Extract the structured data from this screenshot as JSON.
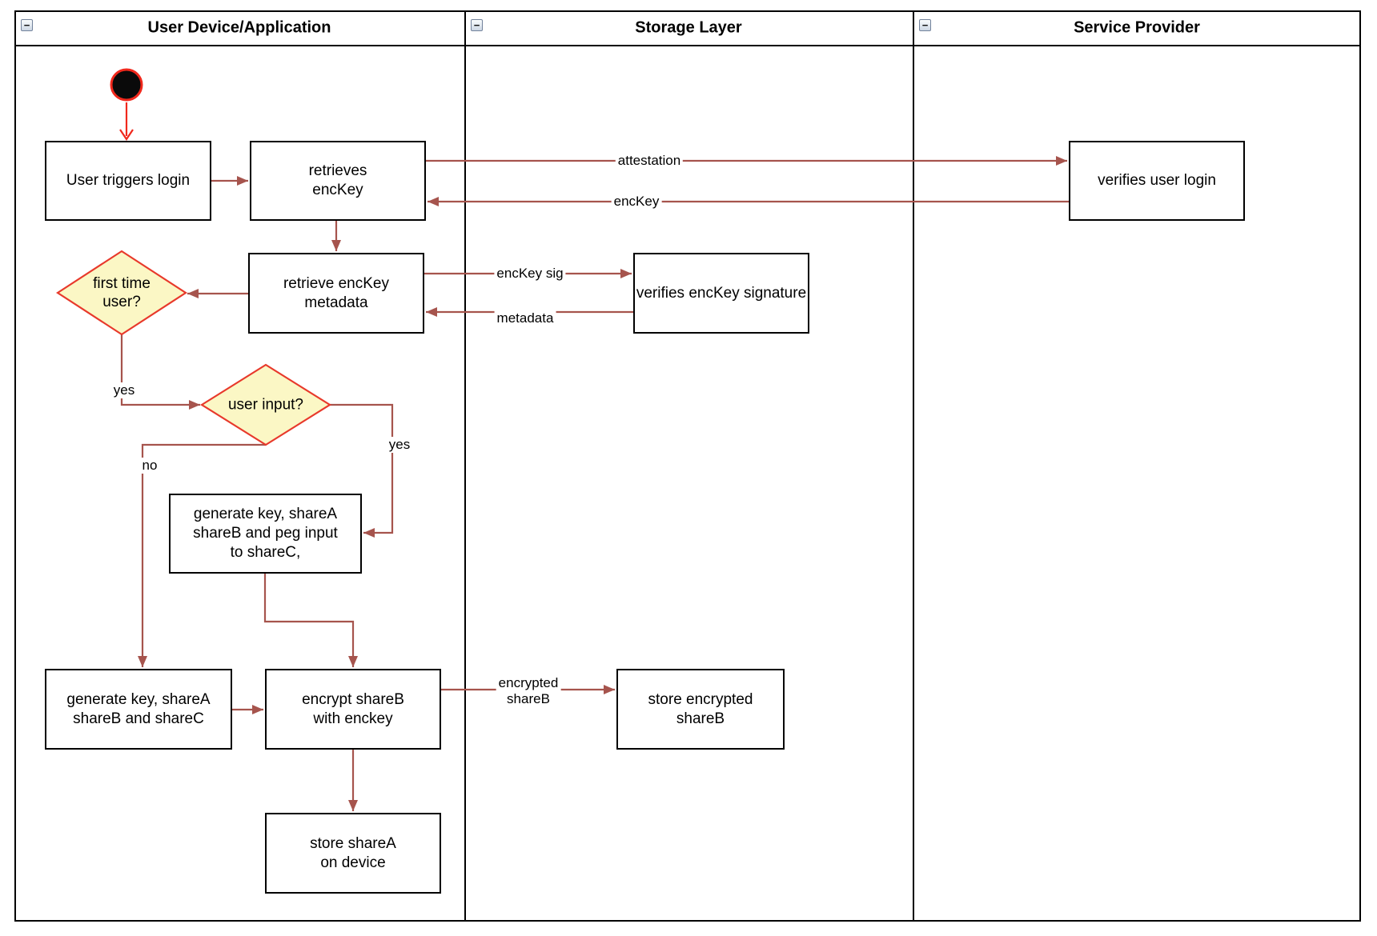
{
  "lanes": [
    {
      "title": "User Device/Application"
    },
    {
      "title": "Storage Layer"
    },
    {
      "title": "Service Provider"
    }
  ],
  "icons": {
    "collapse": "−",
    "start_node": "filled-circle"
  },
  "colors": {
    "edge": "#a6544d",
    "start_accent": "#f0281c",
    "decision_border": "#e8392b",
    "decision_fill": "#fbf7c5",
    "node_border": "#000000",
    "node_fill": "#ffffff"
  },
  "nodes": {
    "user_triggers_login": {
      "label": "User triggers login"
    },
    "retrieves_enckey": {
      "label": "retrieves\nencKey"
    },
    "verifies_user_login": {
      "label": "verifies user login"
    },
    "retrieve_enckey_metadata": {
      "label": "retrieve encKey\nmetadata"
    },
    "verifies_enckey_signature": {
      "label": "verifies encKey signature"
    },
    "first_time_user": {
      "label": "first time\nuser?"
    },
    "user_input": {
      "label": "user input?"
    },
    "generate_key_peg": {
      "label": "generate key, shareA\nshareB and peg input\nto shareC,"
    },
    "generate_key_sharec": {
      "label": "generate key, shareA\nshareB and shareC"
    },
    "encrypt_shareb": {
      "label": "encrypt shareB\nwith enckey"
    },
    "store_encrypted_shareb": {
      "label": "store encrypted\nshareB"
    },
    "store_sharea": {
      "label": "store shareA\non device"
    }
  },
  "edge_labels": {
    "attestation": "attestation",
    "enckey": "encKey",
    "enckey_sig": "encKey sig",
    "metadata": "metadata",
    "yes_first_time": "yes",
    "yes_user_input": "yes",
    "no_user_input": "no",
    "encrypted_shareb": "encrypted\nshareB"
  }
}
